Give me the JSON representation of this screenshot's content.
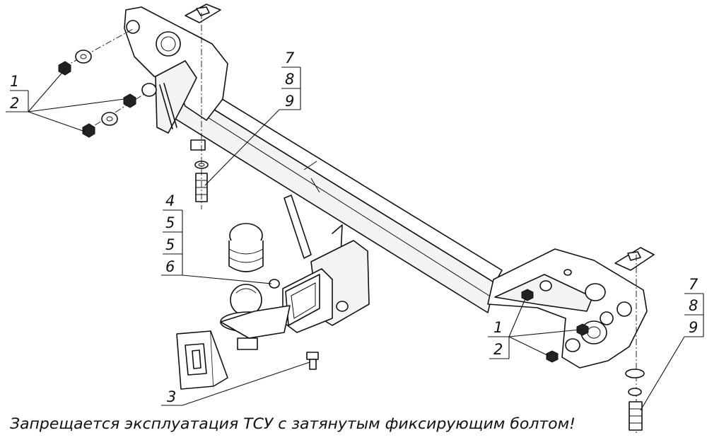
{
  "callouts": {
    "left_top": [
      "1",
      "2"
    ],
    "left_bolt": [
      "7",
      "8",
      "9"
    ],
    "ball": [
      "4",
      "5",
      "5",
      "6"
    ],
    "socket": "3",
    "right_mount": [
      "1",
      "2"
    ],
    "right_bolt": [
      "7",
      "8",
      "9"
    ]
  },
  "warning": "Запрещается эксплуатация ТСУ с затянутым фиксирующим болтом!"
}
